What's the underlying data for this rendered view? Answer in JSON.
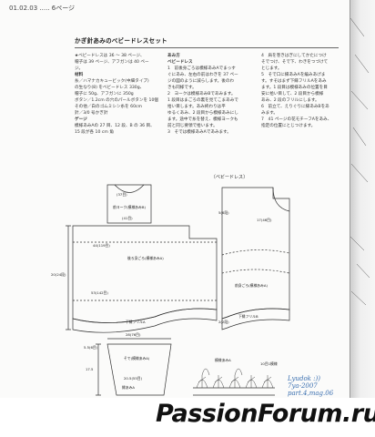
{
  "header": {
    "code": "01.02.03 ..... 6ページ"
  },
  "title": "かぎ針あみのベビードレスセット",
  "left_column": [
    "★ベビードレスは 36 ～ 38 ページ、",
    "帽子は 39 ページ、アフガンは 40 ペー",
    "ジ。",
    "材料",
    "糸／ハマナカキュービック(中細タイプ)",
    "の生なり(8) をベビードレス 330g、",
    "帽子に 50g、アフガンに 350g",
    "ボタン／1.2cm の穴のパールボタンを 10個",
    "その他／白のゴムミシン糸を 60cm",
    "針／3/0 号かぎ針",
    "ゲージ",
    "模様あみAの 27 目、12 段、B の 36 目、",
    "15 段が各 10 cm 角"
  ],
  "mid_column": [
    "あみ方",
    "ベビードレス",
    "1　前後身ごろは模様あみAでまっす",
    "ぐにあみ、左右の前はわきを 37 ペー",
    "ジの図のように減らします。後のわ",
    "きも同様です。",
    "2　ヨークは模様あみBであみます。",
    "1 段目はまごろの裏を見てこまあみで",
    "拾い目します。あみ終わりは平",
    "ゆるくあみ、2 段目から模様あみにし",
    "ます。途中で糸を替え、模様ヨークも",
    "前と同じ要領で拾います。",
    "3　そでは模様あみAであみます。"
  ],
  "right_column": [
    "4　肩を巻きはぎにしてかたにつけ",
    "そでつけ、そで下、わきをつづけて",
    "とじます。",
    "5　そで口に縁あみAを編みあげま",
    "す。すそはまず下縁フリルAをあみ",
    "ます。1 段目は模様あみの位置を目",
    "安に拾い目して、2 段目から模様",
    "あみ、2 段のフリルにします。",
    "6　前立て、えりぐりに縁あみBをあ",
    "みます。",
    "7　41 ページの花モチーフAをあみ、",
    "指定の位置にとじつけます。"
  ],
  "diagram": {
    "title": "〔ベビードレス〕",
    "labels": {
      "yoke": "前ヨーク(模様あみB)",
      "row_37": "(37目)",
      "row_41": "(41目)",
      "row_44": "44(119目)",
      "row_53": "53(142目)",
      "left_body": "後ろ身ごろ(模様あみA)",
      "right_body": "前身ごろ(模様あみA)",
      "frill_a": "下縁フリルA",
      "frill_b": "下縁フリルB",
      "row_17": "17(46目)",
      "row_56": "5(6段)",
      "row_2": "2(2段)",
      "row_20": "20(24段)",
      "sleeve": "そで(模様あみA)",
      "sleeve_width": "28(76目)",
      "cuff": "縁あみA",
      "row_5": "5.5(6目)",
      "row_17b": "17.5",
      "row_20b": "20.5(55目)",
      "chart_label": "模様あみA",
      "row_rep": "10目1模様"
    }
  },
  "watermark": [
    "Lyudok :))",
    "7ya-2007",
    "part.4,mag.06"
  ],
  "footer": "PassionForum.ru"
}
